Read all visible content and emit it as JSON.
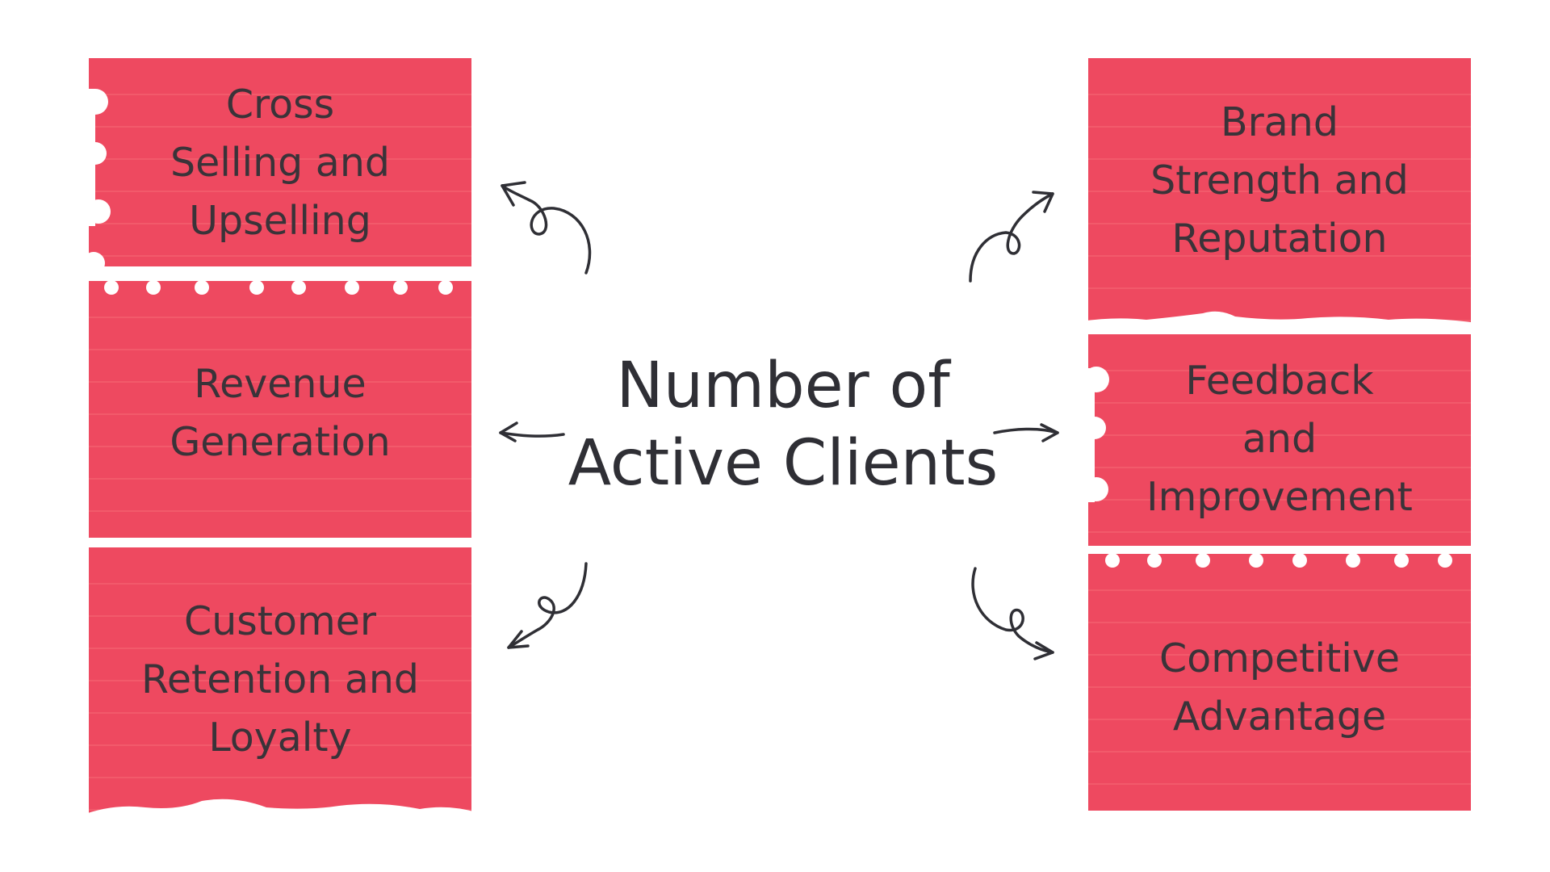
{
  "diagram": {
    "center": {
      "line1": "Number of",
      "line2": "Active Clients"
    },
    "left_boxes": [
      {
        "text": "Cross\nSelling and\nUpselling"
      },
      {
        "text": "Revenue\nGeneration"
      },
      {
        "text": "Customer\nRetention and\nLoyalty"
      }
    ],
    "right_boxes": [
      {
        "text": "Brand\nStrength and\nReputation"
      },
      {
        "text": "Feedback\nand\nImprovement"
      },
      {
        "text": "Competitive\nAdvantage"
      }
    ],
    "colors": {
      "note": "#ee4960",
      "note_line": "#f25a6b",
      "text": "#3a3339",
      "arrow": "#2f2f35",
      "background": "#ffffff"
    }
  }
}
